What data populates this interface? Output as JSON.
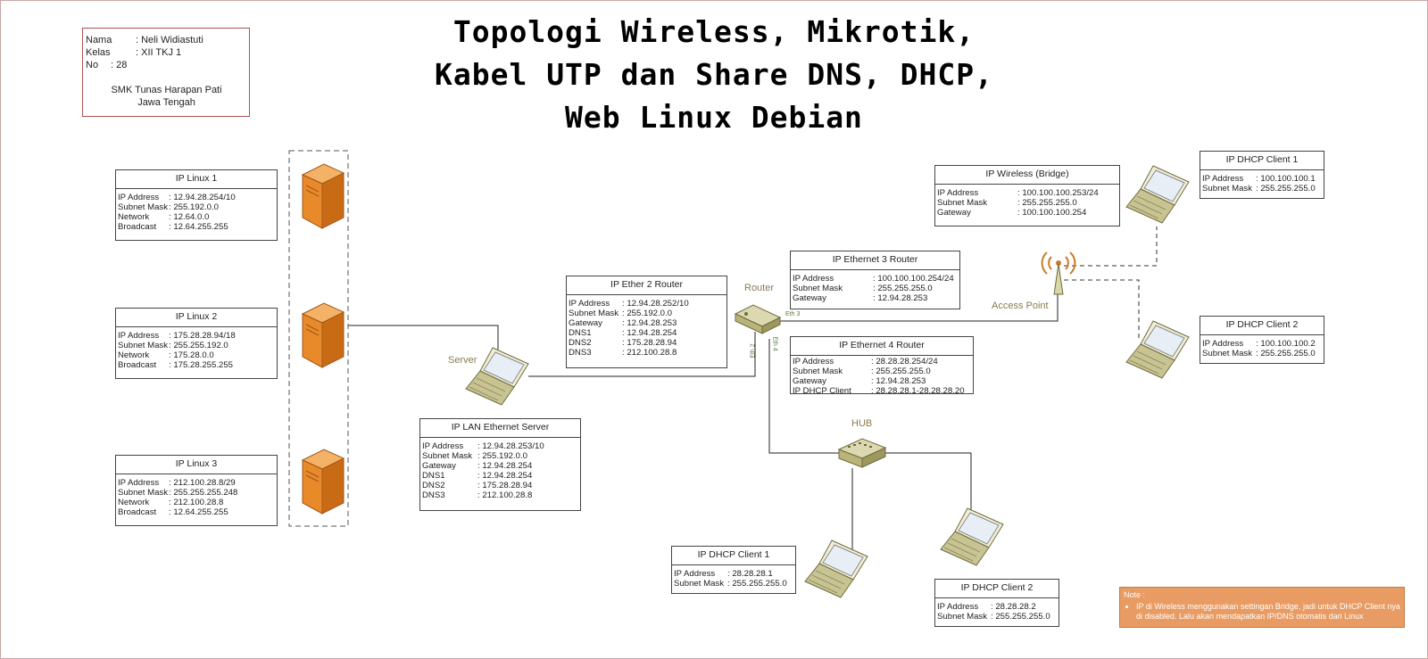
{
  "title": {
    "line1": "Topologi Wireless, Mikrotik,",
    "line2": "Kabel UTP dan Share DNS, DHCP,",
    "line3": "Web Linux Debian"
  },
  "identity": {
    "nama_label": "Nama",
    "nama_value": ": Neli Widiastuti",
    "kelas_label": "Kelas",
    "kelas_value": ": XII TKJ 1",
    "no_label": "No",
    "no_value": ": 28",
    "school_line1": "SMK Tunas Harapan Pati",
    "school_line2": "Jawa Tengah"
  },
  "labels": {
    "server": "Server",
    "router": "Router",
    "access_point": "Access Point",
    "hub": "HUB",
    "eth2": "Eth 2",
    "eth3": "Eth 3",
    "eth4": "Eth 4"
  },
  "boxes": {
    "linux1": {
      "title": "IP Linux 1",
      "rows": [
        {
          "k": "IP Address",
          "v": ": 12.94.28.254/10"
        },
        {
          "k": "Subnet Mask",
          "v": ": 255.192.0.0"
        },
        {
          "k": "Network",
          "v": ": 12.64.0.0"
        },
        {
          "k": "Broadcast",
          "v": ": 12.64.255.255"
        }
      ]
    },
    "linux2": {
      "title": "IP Linux 2",
      "rows": [
        {
          "k": "IP Address",
          "v": ": 175.28.28.94/18"
        },
        {
          "k": "Subnet Mask",
          "v": ": 255.255.192.0"
        },
        {
          "k": "Network",
          "v": ": 175.28.0.0"
        },
        {
          "k": "Broadcast",
          "v": ": 175.28.255.255"
        }
      ]
    },
    "linux3": {
      "title": "IP Linux 3",
      "rows": [
        {
          "k": "IP Address",
          "v": ": 212.100.28.8/29"
        },
        {
          "k": "Subnet Mask",
          "v": ": 255.255.255.248"
        },
        {
          "k": "Network",
          "v": ": 212.100.28.8"
        },
        {
          "k": "Broadcast",
          "v": ": 12.64.255.255"
        }
      ]
    },
    "lan_server": {
      "title": "IP LAN Ethernet Server",
      "rows": [
        {
          "k": "IP Address",
          "v": ": 12.94.28.253/10"
        },
        {
          "k": "Subnet Mask",
          "v": ": 255.192.0.0"
        },
        {
          "k": "Gateway",
          "v": ": 12.94.28.254"
        },
        {
          "k": "DNS1",
          "v": ": 12.94.28.254"
        },
        {
          "k": "DNS2",
          "v": ": 175.28.28.94"
        },
        {
          "k": "DNS3",
          "v": ": 212.100.28.8"
        }
      ]
    },
    "ether2": {
      "title": "IP Ether 2 Router",
      "rows": [
        {
          "k": "IP Address",
          "v": ": 12.94.28.252/10"
        },
        {
          "k": "Subnet Mask",
          "v": ": 255.192.0.0"
        },
        {
          "k": "Gateway",
          "v": ": 12.94.28.253"
        },
        {
          "k": "DNS1",
          "v": ": 12.94.28.254"
        },
        {
          "k": "DNS2",
          "v": ": 175.28.28.94"
        },
        {
          "k": "DNS3",
          "v": ": 212.100.28.8"
        }
      ]
    },
    "ether3": {
      "title": "IP Ethernet 3 Router",
      "rows": [
        {
          "k": "IP Address",
          "v": ": 100.100.100.254/24"
        },
        {
          "k": "Subnet Mask",
          "v": ": 255.255.255.0"
        },
        {
          "k": "Gateway",
          "v": ": 12.94.28.253"
        }
      ]
    },
    "ether4": {
      "title": "IP Ethernet 4 Router",
      "rows": [
        {
          "k": "IP Address",
          "v": ": 28.28.28.254/24"
        },
        {
          "k": "Subnet Mask",
          "v": ": 255.255.255.0"
        },
        {
          "k": "Gateway",
          "v": ": 12.94.28.253"
        },
        {
          "k": "IP DHCP Client",
          "v": ": 28.28.28.1-28.28.28.20"
        }
      ]
    },
    "wireless": {
      "title": "IP Wireless (Bridge)",
      "rows": [
        {
          "k": "IP Address",
          "v": ": 100.100.100.253/24"
        },
        {
          "k": "Subnet Mask",
          "v": ": 255.255.255.0"
        },
        {
          "k": "Gateway",
          "v": ": 100.100.100.254"
        }
      ]
    },
    "wclient1": {
      "title": "IP DHCP Client 1",
      "rows": [
        {
          "k": "IP Address",
          "v": ": 100.100.100.1"
        },
        {
          "k": "Subnet Mask",
          "v": ": 255.255.255.0"
        }
      ]
    },
    "wclient2": {
      "title": "IP DHCP Client 2",
      "rows": [
        {
          "k": "IP Address",
          "v": ": 100.100.100.2"
        },
        {
          "k": "Subnet Mask",
          "v": ": 255.255.255.0"
        }
      ]
    },
    "hclient1": {
      "title": "IP DHCP Client 1",
      "rows": [
        {
          "k": "IP Address",
          "v": ": 28.28.28.1"
        },
        {
          "k": "Subnet Mask",
          "v": ": 255.255.255.0"
        }
      ]
    },
    "hclient2": {
      "title": "IP DHCP Client 2",
      "rows": [
        {
          "k": "IP Address",
          "v": ": 28.28.28.2"
        },
        {
          "k": "Subnet Mask",
          "v": ": 255.255.255.0"
        }
      ]
    }
  },
  "note": {
    "heading": "Note :",
    "text": "IP di Wireless menggunakan settingan Bridge, jadi untuk DHCP Client nya di disabled. Lalu akan mendapatkan IP/DNS otomatis dari Linux"
  },
  "colors": {
    "server_orange": "#e8892a",
    "device_olive": "#b8b47a",
    "label_tan": "#8a7a50",
    "note_bg": "#e89b62"
  }
}
